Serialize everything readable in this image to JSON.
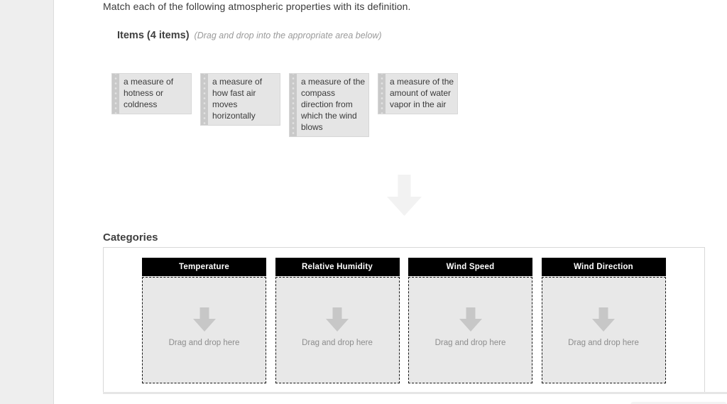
{
  "quiz": {
    "instruction": "Match each of the following atmospheric properties with its definition.",
    "items_heading": "Items (4 items)",
    "items_hint": "(Drag and drop into the appropriate area below)",
    "categories_heading": "Categories",
    "drop_placeholder": "Drag and drop here"
  },
  "items": [
    "a measure of hotness or coldness",
    "a measure of how fast air moves horizontally",
    "a measure of the compass direction from which the wind blows",
    "a measure of the amount of water vapor in the air"
  ],
  "categories": [
    "Temperature",
    "Relative Humidity",
    "Wind Speed",
    "Wind Direction"
  ],
  "colors": {
    "category_header_bg": "#000000",
    "category_header_text": "#ffffff",
    "item_bg": "#e5e5e5",
    "item_handle": "#c9c9c9",
    "dropzone_bg": "#e8e8e8",
    "dropzone_border": "#151515",
    "placeholder_text": "#8d8d8d",
    "sidebar_bg": "#eeeeee",
    "big_arrow": "#f2f2f2",
    "drop_arrow": "#c7c7c7"
  }
}
